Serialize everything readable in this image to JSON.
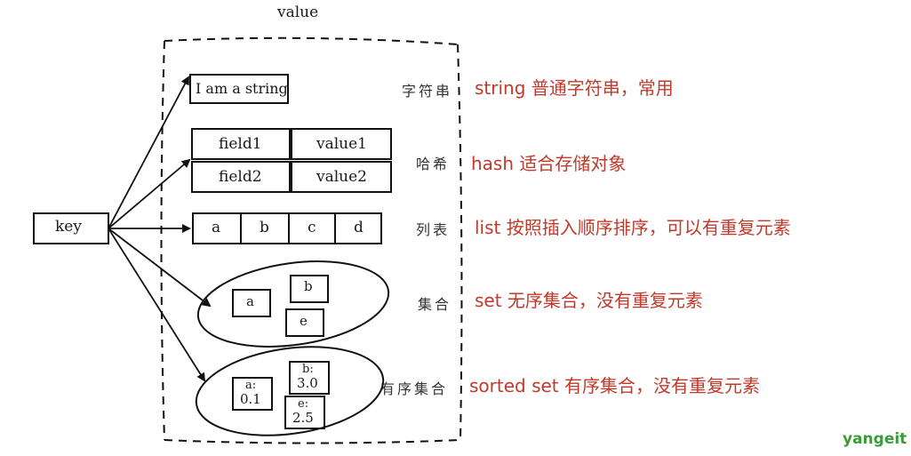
{
  "value_label": "value",
  "key_label": "key",
  "string": {
    "text": "I am a string",
    "type": "字符串",
    "desc": "string 普通字符串，常用"
  },
  "hash": {
    "rows": [
      {
        "field": "field1",
        "value": "value1"
      },
      {
        "field": "field2",
        "value": "value2"
      }
    ],
    "type": "哈希",
    "desc": "hash 适合存储对象"
  },
  "list": {
    "items": [
      "a",
      "b",
      "c",
      "d"
    ],
    "type": "列表",
    "desc": "list 按照插入顺序排序，可以有重复元素"
  },
  "set": {
    "items": [
      "a",
      "b",
      "e"
    ],
    "type": "集合",
    "desc": "set 无序集合，没有重复元素"
  },
  "zset": {
    "items": [
      {
        "member": "a:",
        "score": "0.1"
      },
      {
        "member": "b:",
        "score": "3.0"
      },
      {
        "member": "e:",
        "score": "2.5"
      }
    ],
    "type": "有序集合",
    "desc": "sorted set 有序集合，没有重复元素"
  },
  "watermark": "yangeit"
}
